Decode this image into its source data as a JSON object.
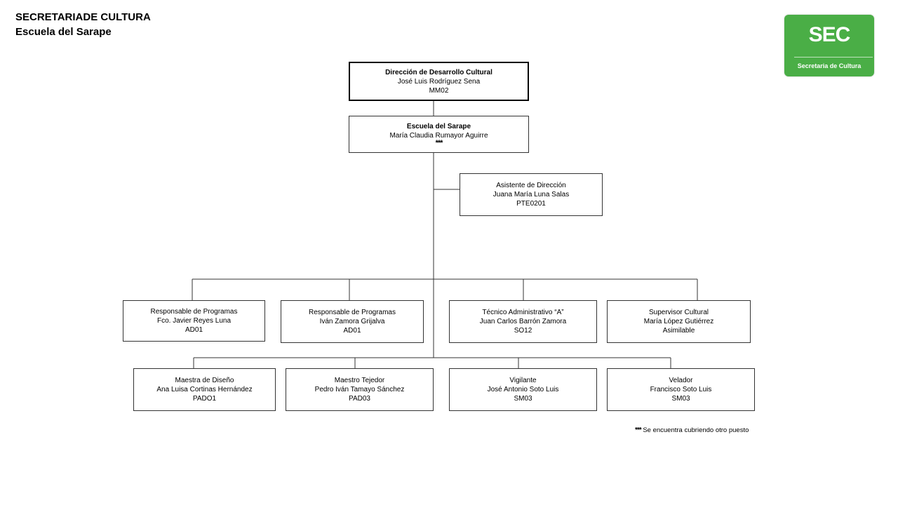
{
  "header": {
    "org": "SECRETARIADE CULTURA",
    "unit": "Escuela del Sarape"
  },
  "logo": {
    "abbr": "SEC",
    "name": "Secretaria de Cultura"
  },
  "top": {
    "title": "Dirección  de  Desarrollo Cultural",
    "person": "José Luis Rodríguez Sena",
    "code": "MM02"
  },
  "school": {
    "title": "Escuela del Sarape",
    "person": "María Claudia Rumayor Aguirre",
    "mark": "***"
  },
  "assistant": {
    "title": "Asistente de Dirección",
    "person": "Juana María  Luna Salas",
    "code": "PTE0201"
  },
  "row1": [
    {
      "title": "Responsable de Programas",
      "person": "Fco. Javier Reyes Luna",
      "code": "AD01"
    },
    {
      "title": "Responsable de Programas",
      "person": "Iván Zamora Grijalva",
      "code": "AD01"
    },
    {
      "title": "Técnico Administrativo “A”",
      "person": "Juan Carlos Barrón Zamora",
      "code": "SO12"
    },
    {
      "title": "Supervisor Cultural",
      "person": "María López Gutiérrez",
      "code": "Asimilable"
    }
  ],
  "row2": [
    {
      "title": "Maestra de Diseño",
      "person": "Ana Luisa Cortinas Hernández",
      "code": "PADO1"
    },
    {
      "title": "Maestro Tejedor",
      "person": "Pedro Iván Tamayo Sánchez",
      "code": "PAD03"
    },
    {
      "title": "Vigilante",
      "person": "José Antonio Soto Luis",
      "code": "SM03"
    },
    {
      "title": "Velador",
      "person": "Francisco Soto Luis",
      "code": "SM03"
    }
  ],
  "note": {
    "mark": "***",
    "text": " Se encuentra cubriendo otro puesto"
  }
}
